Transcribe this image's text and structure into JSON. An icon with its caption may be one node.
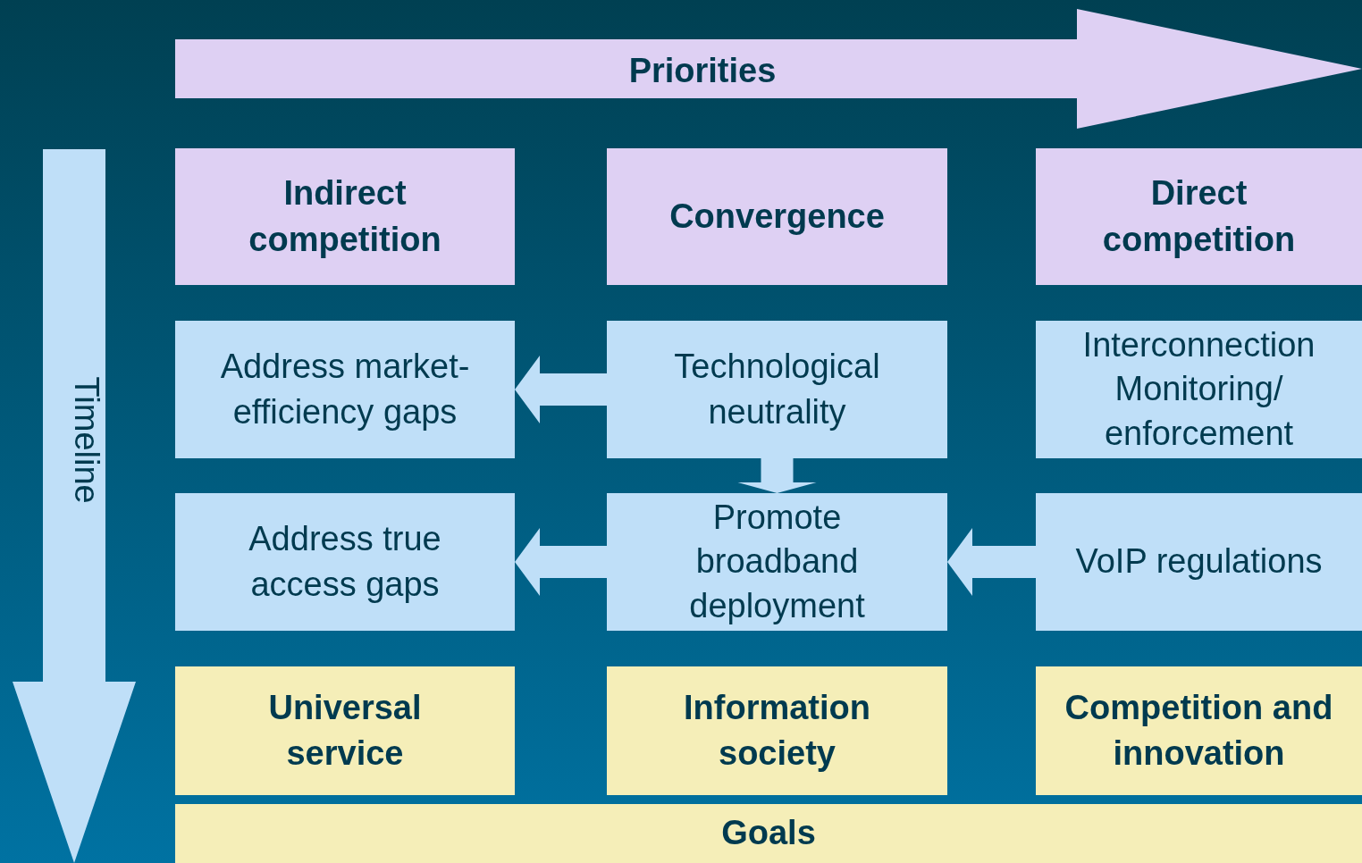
{
  "diagram": {
    "nodes": [
      {
        "text": [
          "Priorities"
        ]
      },
      {
        "text": [
          "Timeline"
        ]
      },
      {
        "text": [
          "Indirect competition"
        ]
      },
      {
        "text": [
          "Convergence"
        ]
      },
      {
        "text": [
          "Direct competition"
        ]
      },
      {
        "text": [
          "Address market-efficiency gaps"
        ]
      },
      {
        "text": [
          "Technological neutrality"
        ]
      },
      {
        "text": [
          "Interconnection Monitoring/ enforcement"
        ]
      },
      {
        "text": [
          "Address true access gaps"
        ]
      },
      {
        "text": [
          "Promote broadband deployment"
        ]
      },
      {
        "text": [
          "VoIP regulations"
        ]
      },
      {
        "text": [
          "Universal service"
        ]
      },
      {
        "text": [
          "Information society"
        ]
      },
      {
        "text": [
          "Competition and innovation"
        ]
      },
      {
        "text": [
          "Goals"
        ]
      }
    ],
    "edges": [
      {
        "from": 6,
        "to": 5,
        "arrow": "to"
      },
      {
        "from": 6,
        "to": 9,
        "arrow": "to"
      },
      {
        "from": 9,
        "to": 8,
        "arrow": "to"
      },
      {
        "from": 10,
        "to": 9,
        "arrow": "to"
      }
    ]
  }
}
